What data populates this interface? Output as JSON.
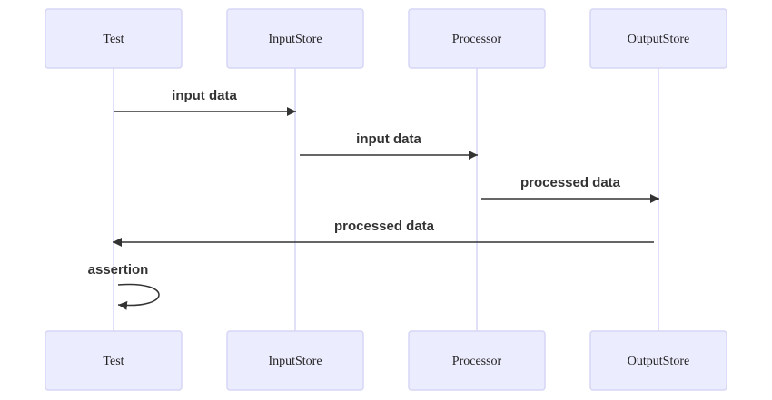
{
  "colors": {
    "actor_fill": "#ECECFF",
    "actor_border": "#D6D6F5",
    "lifeline": "#D6D6F5",
    "message": "#333333"
  },
  "participants": [
    "Test",
    "InputStore",
    "Processor",
    "OutputStore"
  ],
  "messages": [
    {
      "from": "Test",
      "to": "InputStore",
      "label": "input data"
    },
    {
      "from": "InputStore",
      "to": "Processor",
      "label": "input data"
    },
    {
      "from": "Processor",
      "to": "OutputStore",
      "label": "processed data"
    },
    {
      "from": "OutputStore",
      "to": "Test",
      "label": "processed data"
    },
    {
      "from": "Test",
      "to": "Test",
      "label": "assertion"
    }
  ]
}
